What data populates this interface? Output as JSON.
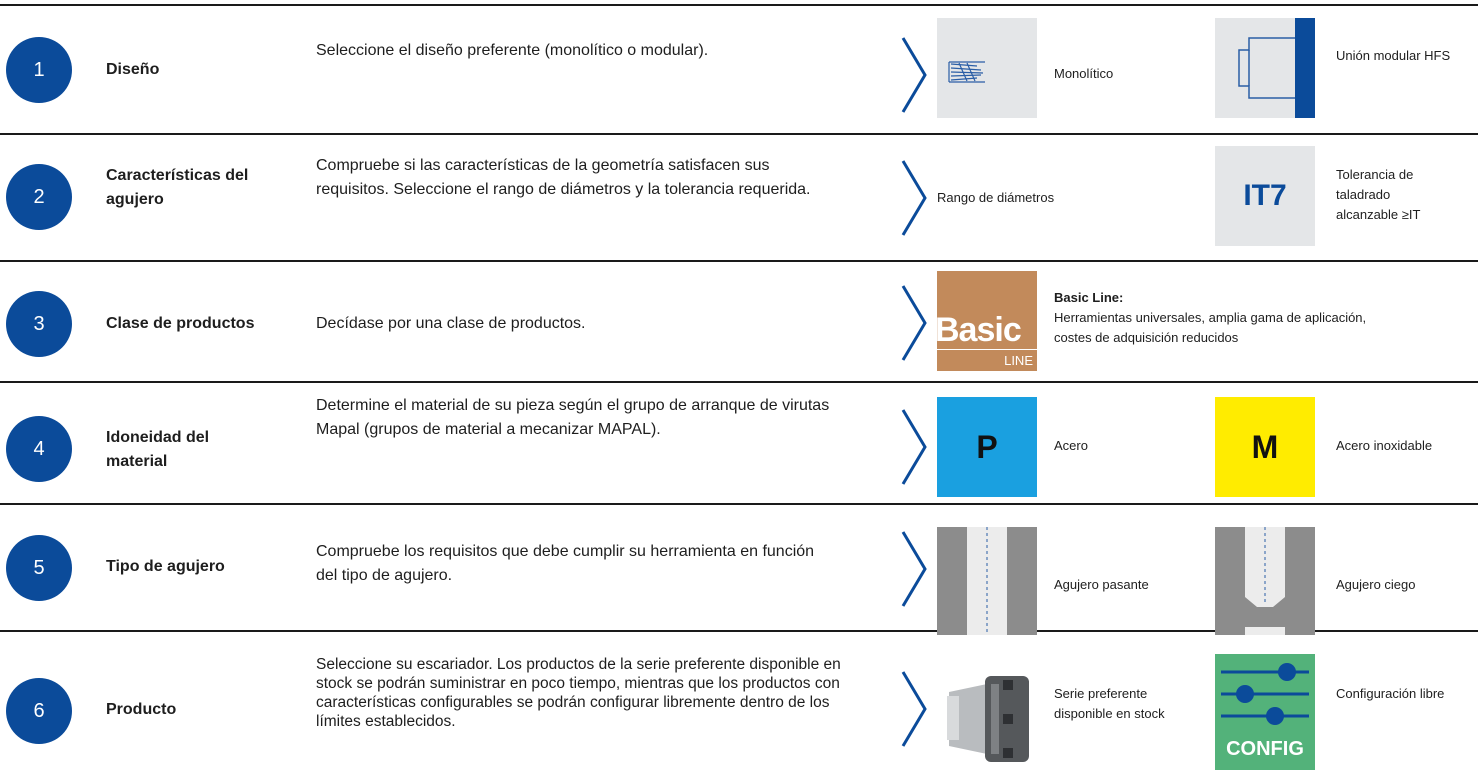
{
  "steps": [
    {
      "number": "1",
      "title": "Diseño",
      "description": "Seleccione el diseño preferente (monolítico o modular).",
      "options": [
        {
          "icon": "monolithic-reamer-icon",
          "label": "Monolítico"
        },
        {
          "icon": "hfs-modular-connection-icon",
          "label": "Unión modular HFS"
        }
      ]
    },
    {
      "number": "2",
      "title": "Características del agujero",
      "description": "Compruebe si las características de la geometría satisfacen sus requisitos. Seleccione el rango de diámetros y la tolerancia requerida.",
      "options": [
        {
          "icon": "",
          "label": "Rango de diámetros"
        },
        {
          "icon": "it7-tolerance-icon",
          "icon_text": "IT7",
          "label": "Tolerancia de taladrado alcanzable ≥IT"
        }
      ]
    },
    {
      "number": "3",
      "title": "Clase de productos",
      "description": "Decídase por una clase de productos.",
      "options": [
        {
          "icon": "basic-line-logo",
          "icon_text": "Basic",
          "icon_subtext": "LINE",
          "label_bold": "Basic Line:",
          "label": "Herramientas universales, amplia gama de aplicación, costes de adquisición reducidos"
        }
      ]
    },
    {
      "number": "4",
      "title": "Idoneidad del material",
      "description": "Determine el material de su pieza según el grupo de arranque de virutas Mapal (grupos de material a mecanizar MAPAL).",
      "options": [
        {
          "icon": "material-p-icon",
          "icon_text": "P",
          "label": "Acero"
        },
        {
          "icon": "material-m-icon",
          "icon_text": "M",
          "label": "Acero inoxidable"
        }
      ]
    },
    {
      "number": "5",
      "title": "Tipo de agujero",
      "description": "Compruebe los requisitos que debe cumplir su herramienta en función del tipo de agujero.",
      "options": [
        {
          "icon": "through-hole-icon",
          "label": "Agujero pasante"
        },
        {
          "icon": "blind-hole-icon",
          "label": "Agujero ciego"
        }
      ]
    },
    {
      "number": "6",
      "title": "Producto",
      "description": "Seleccione su escariador. Los productos de la serie preferente disponible en stock se podrán suministrar en poco tiempo, mientras que los productos con características configurables se podrán configurar libremente dentro de los límites establecidos.",
      "options": [
        {
          "icon": "reamer-product-icon",
          "label": "Serie preferente disponible en stock"
        },
        {
          "icon": "config-sliders-icon",
          "icon_text": "CONFIG",
          "label": "Configuración libre"
        }
      ]
    }
  ],
  "colors": {
    "step_circle": "#0b4b9a",
    "chevron": "#0b4b9a",
    "hfs_bar": "#0b4b9a",
    "it7_text": "#0b4b9a",
    "basic_line": "#c28a5b",
    "material_p": "#1aa0e0",
    "material_m": "#ffec00",
    "config": "#53b27a",
    "icon_background": "#e4e6e8"
  }
}
